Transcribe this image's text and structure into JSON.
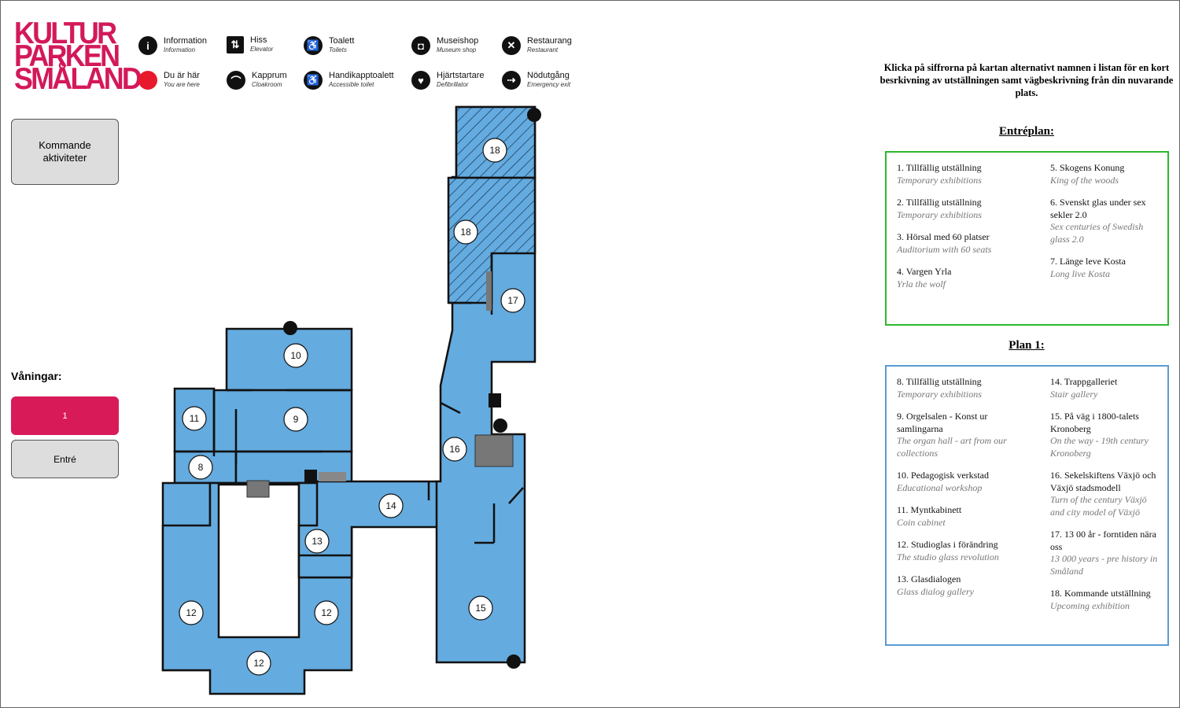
{
  "logo": {
    "line1": "KULTUR",
    "line2": "PARKEN",
    "line3": "SMÅLAND"
  },
  "legend": [
    {
      "icon": "info-icon",
      "glyph": "i",
      "sv": "Information",
      "en": "Information"
    },
    {
      "icon": "elevator-icon",
      "glyph": "⇅",
      "sv": "Hiss",
      "en": "Elevator"
    },
    {
      "icon": "toilet-icon",
      "glyph": "♿",
      "sv": "Toalett",
      "en": "Toilets"
    },
    {
      "icon": "shop-icon",
      "glyph": "◘",
      "sv": "Museishop",
      "en": "Museum shop"
    },
    {
      "icon": "restaurant-icon",
      "glyph": "✕",
      "sv": "Restaurang",
      "en": "Restaurant"
    },
    {
      "icon": "you-are-here-icon",
      "glyph": "",
      "sv": "Du är här",
      "en": "You are here"
    },
    {
      "icon": "cloakroom-icon",
      "glyph": "⌒",
      "sv": "Kapprum",
      "en": "Cloakroom"
    },
    {
      "icon": "accessible-toilet-icon",
      "glyph": "♿",
      "sv": "Handikapptoalett",
      "en": "Accessible toilet"
    },
    {
      "icon": "defibrillator-icon",
      "glyph": "♥",
      "sv": "Hjärtstartare",
      "en": "Defibrillator"
    },
    {
      "icon": "emergency-exit-icon",
      "glyph": "⇢",
      "sv": "Nödutgång",
      "en": "Emergency exit"
    }
  ],
  "buttons": {
    "upcoming_activities": "Kommande aktiviteter",
    "floors_label": "Våningar:",
    "floor_1": "1",
    "floor_entrance": "Entré"
  },
  "intro_text": "Klicka på siffrorna på kartan alternativt namnen i listan för en kort besrkivning av utställningen samt vägbeskrivning från din nuvarande plats.",
  "entrance_floor": {
    "title": "Entréplan:",
    "left": [
      {
        "sv": "1. Tillfällig utställning",
        "en": "Temporary exhibitions"
      },
      {
        "sv": "2. Tillfällig utställning",
        "en": "Temporary exhibitions"
      },
      {
        "sv": "3. Hörsal med 60 platser",
        "en": "Auditorium with 60 seats"
      },
      {
        "sv": "4. Vargen Yrla",
        "en": "Yrla the wolf"
      }
    ],
    "right": [
      {
        "sv": "5. Skogens Konung",
        "en": "King of the woods"
      },
      {
        "sv": "6. Svenskt glas under sex sekler 2.0",
        "en": "Sex centuries of Swedish glass 2.0"
      },
      {
        "sv": "7. Länge leve Kosta",
        "en": "Long live Kosta"
      }
    ]
  },
  "floor_1": {
    "title": "Plan 1:",
    "left": [
      {
        "sv": "8. Tillfällig utställning",
        "en": "Temporary exhibitions"
      },
      {
        "sv": "9. Orgelsalen - Konst ur samlingarna",
        "en": "The organ hall - art from our collections"
      },
      {
        "sv": "10. Pedagogisk verkstad",
        "en": "Educational workshop"
      },
      {
        "sv": "11. Myntkabinett",
        "en": "Coin cabinet"
      },
      {
        "sv": "12. Studioglas i förändring",
        "en": "The studio glass revolution"
      },
      {
        "sv": "13. Glasdialogen",
        "en": "Glass dialog gallery"
      }
    ],
    "right": [
      {
        "sv": "14. Trappgalleriet",
        "en": "Stair gallery"
      },
      {
        "sv": "15. På väg i 1800-talets Kronoberg",
        "en": "On the way - 19th century Kronoberg"
      },
      {
        "sv": "16. Sekelskiftens Växjö och Växjö stadsmodell",
        "en": "Turn of the century Växjö and city model of Växjö"
      },
      {
        "sv": "17. 13 00 år - forntiden nära oss",
        "en": "13 000 years - pre history in Småland"
      },
      {
        "sv": "18. Kommande utställning",
        "en": "Upcoming exhibition"
      }
    ]
  },
  "map_markers": [
    "18",
    "18",
    "17",
    "10",
    "9",
    "11",
    "8",
    "16",
    "14",
    "13",
    "12",
    "12",
    "12",
    "15"
  ],
  "colors": {
    "room": "#64abdf",
    "accent": "#d81b58",
    "green_border": "#2eb82e",
    "blue_border": "#5b9bd5"
  }
}
